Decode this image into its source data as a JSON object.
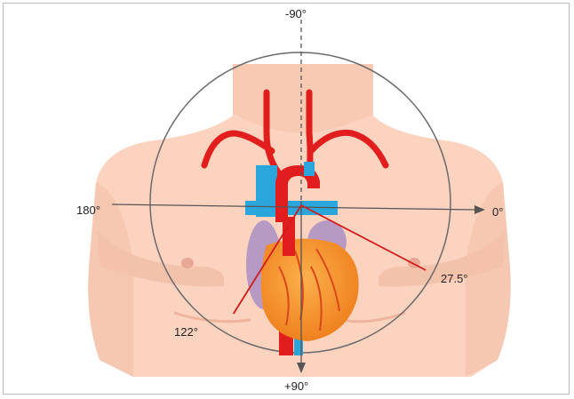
{
  "diagram": {
    "labels": {
      "top": "-90°",
      "bottom": "+90°",
      "left": "180°",
      "right": "0°",
      "axis_a": "27.5°",
      "axis_b": "122°"
    },
    "angles_deg": {
      "axis_a": 27.5,
      "axis_b": 122
    },
    "colors": {
      "skin": "#fbd3bf",
      "skin_shadow": "#f1bea6",
      "artery": "#e11d1d",
      "vein": "#2aa6dc",
      "atrium": "#b79ac3",
      "ventricle": "#f5942d",
      "axis_line": "#d21b1b",
      "circle": "#6b6b6b"
    }
  }
}
